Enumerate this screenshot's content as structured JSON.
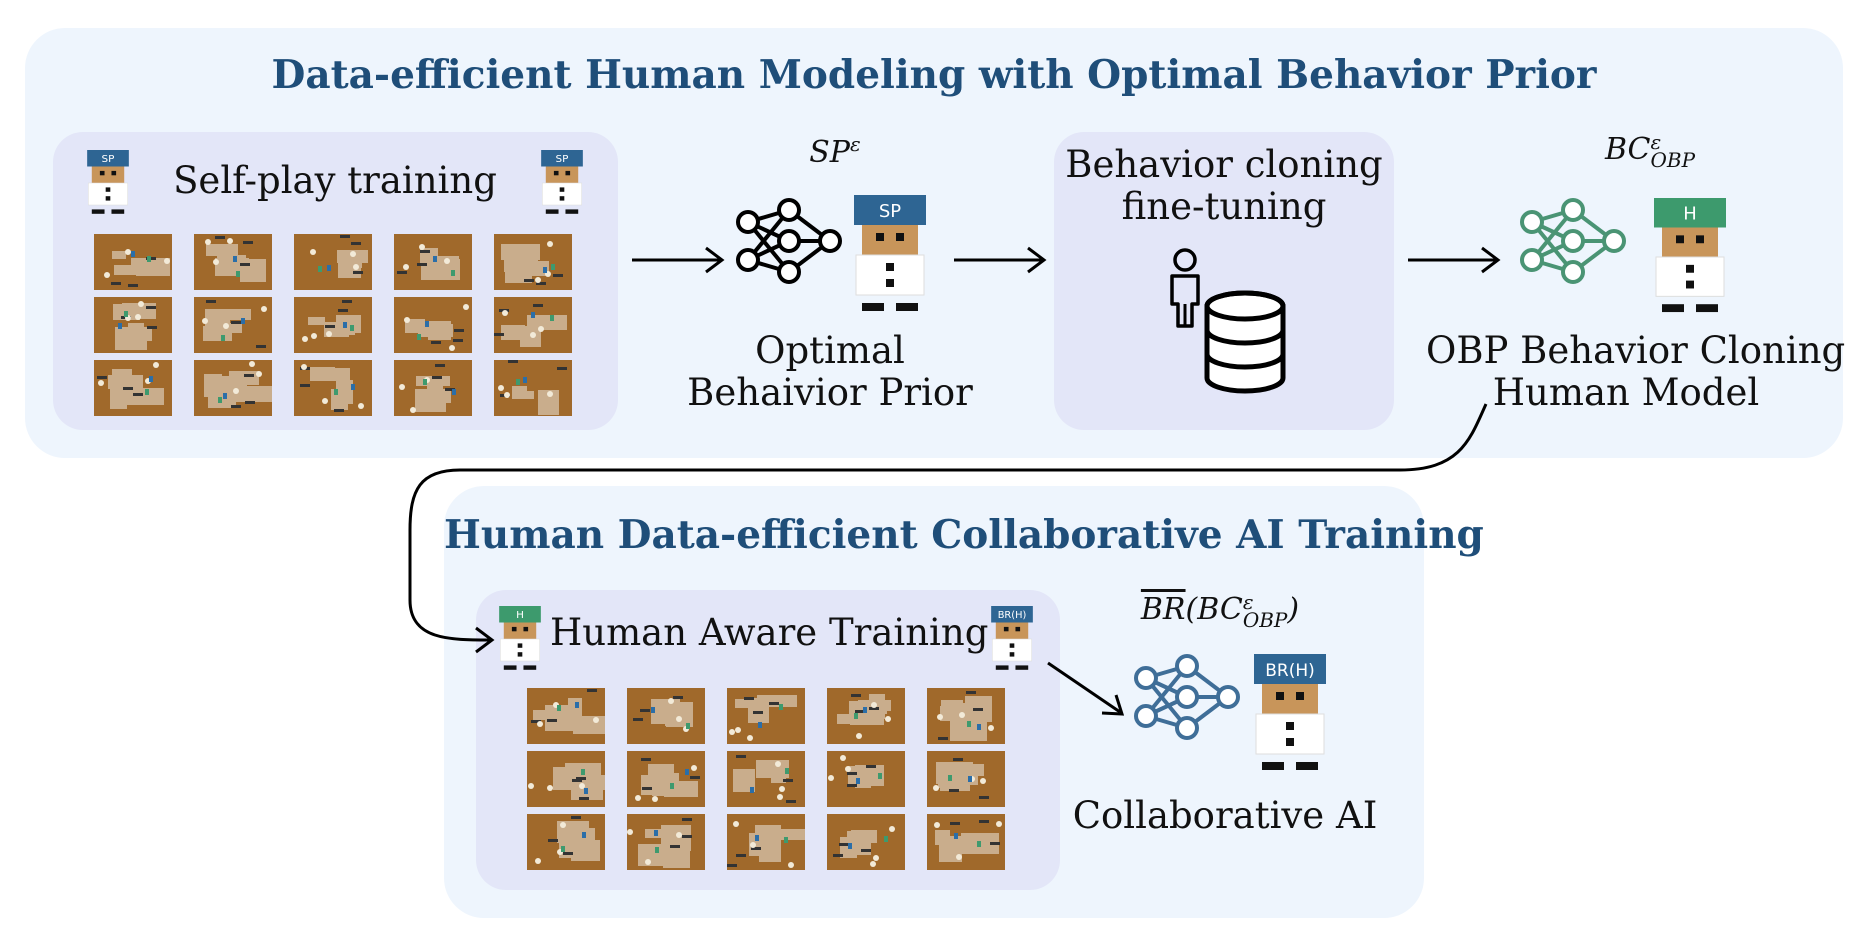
{
  "top_section": {
    "title": "Data-efficient Human Modeling with Optimal Behavior Prior",
    "selfplay_label": "Self-play training",
    "sp_math": {
      "base": "SP",
      "sup": "ε"
    },
    "sp_hat": "SP",
    "optimal_label_line1": "Optimal",
    "optimal_label_line2": "Behaivior Prior",
    "bc_label_line1": "Behavior cloning",
    "bc_label_line2": "fine-tuning",
    "bc_math": {
      "base": "BC",
      "sup": "ε",
      "sub": "OBP"
    },
    "h_hat": "H",
    "obp_label_line1": "OBP Behavior Cloning",
    "obp_label_line2": "Human Model"
  },
  "bottom_section": {
    "title": "Human Data-efficient Collaborative AI Training",
    "aware_label": "Human Aware Training",
    "br_math": {
      "br": "BR",
      "base": "BC",
      "sup": "ε",
      "sub": "OBP"
    },
    "brh_hat": "BR(H)",
    "collab_label": "Collaborative AI"
  },
  "colors": {
    "outer_panel": "#eef5fd",
    "inner_panel": "#e3e6f8",
    "title": "#1f4e79",
    "sp_hat": "#2e6593",
    "h_hat": "#3d9a6d",
    "network_black": "#000000",
    "network_green": "#4a9474",
    "network_blue": "#3f6e98"
  },
  "icons": [
    "neural-network-icon",
    "person-icon",
    "database-icon",
    "chef-icon",
    "arrow-icon"
  ]
}
